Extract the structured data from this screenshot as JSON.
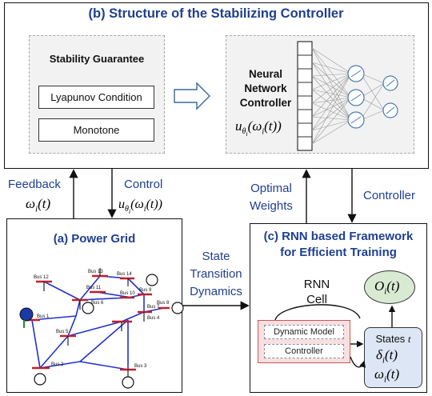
{
  "structure": {
    "title": "(b) Structure of the Stabilizing Controller",
    "stability_title": "Stability Guarantee",
    "lyapunov": "Lyapunov Condition",
    "monotone": "Monotone",
    "nn_title": "Neural\nNetwork\nController",
    "nn_formula": "uθi(ωi(t))"
  },
  "arrows": {
    "feedback": "Feedback",
    "feedback_formula": "ωi(t)",
    "control": "Control",
    "control_formula": "uθi(ωi(t))",
    "optimal_weights": "Optimal\nWeights",
    "controller": "Controller",
    "state_transition": "State\nTransition\nDynamics"
  },
  "power_grid": {
    "title": "(a) Power Grid",
    "bus_labels": [
      "Bus 12",
      "Bus 13",
      "Bus 14",
      "Bus 11",
      "Bus 10",
      "Bus 9",
      "Bus 6",
      "Bus 7",
      "Bus 8",
      "Bus 4",
      "Bus 1",
      "Bus 5",
      "Bus 2",
      "Bus 3"
    ]
  },
  "rnn": {
    "title": "(c) RNN based Framework\nfor Efficient Training",
    "cell_label": "RNN\nCell",
    "output_formula": "Oi(t)",
    "dynamic_model": "Dynamic Model",
    "controller": "Controller",
    "states_label": "States t",
    "delta_formula": "δi(t)",
    "omega_formula": "ωi(t)"
  },
  "colors": {
    "title_blue": "#1f3f8f",
    "output_green": "#d9ead3",
    "states_blue": "#dce6f5",
    "cell_pink": "#f9e0e0",
    "line_blue": "#2233cc"
  }
}
